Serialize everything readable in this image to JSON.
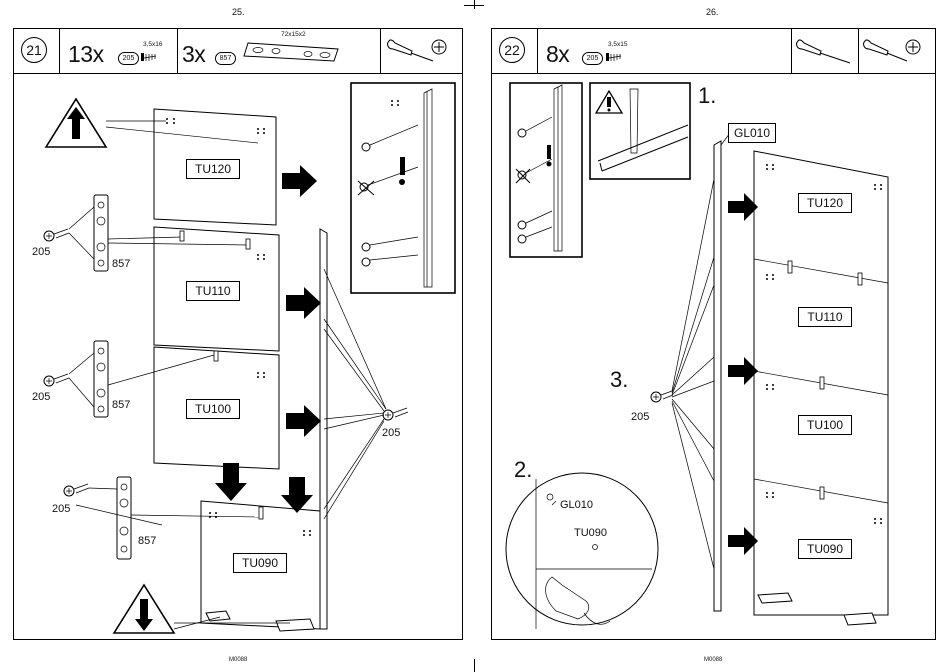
{
  "pages": {
    "left": {
      "number": "25.",
      "step": "21",
      "qty_screws": "13x",
      "screw_code": "205",
      "screw_size": "3,5x16",
      "qty_plates": "3x",
      "plate_code": "857",
      "plate_size": "72x15x2",
      "footer": "M0088",
      "panels": [
        "TU120",
        "TU110",
        "TU100",
        "TU090"
      ],
      "callouts": [
        "205",
        "857",
        "205",
        "857",
        "205",
        "857",
        "205"
      ]
    },
    "right": {
      "number": "26.",
      "step": "22",
      "qty_screws": "8x",
      "screw_code": "205",
      "screw_size": "3,5x15",
      "footer": "M0088",
      "gl_label": "GL010",
      "substeps": [
        "1.",
        "2.",
        "3."
      ],
      "detail_gl": "GL010",
      "detail_tu": "TU090",
      "screw_label": "205",
      "panels": [
        "TU120",
        "TU110",
        "TU100",
        "TU090"
      ]
    }
  }
}
